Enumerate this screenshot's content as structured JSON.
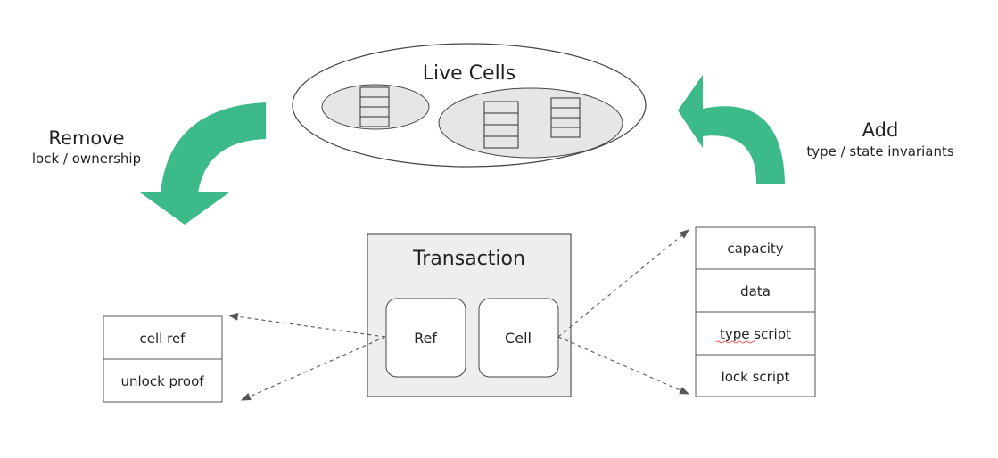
{
  "live_cells": {
    "title": "Live Cells"
  },
  "remove": {
    "label": "Remove",
    "sublabel": "lock / ownership"
  },
  "add": {
    "label": "Add",
    "sublabel": "type / state invariants"
  },
  "transaction": {
    "title": "Transaction",
    "ref_label": "Ref",
    "cell_label": "Cell"
  },
  "input_fields": [
    "cell ref",
    "unlock proof"
  ],
  "output_fields": [
    "capacity",
    "data",
    "type script",
    "lock script"
  ],
  "colors": {
    "arrow": "#3dba8a",
    "panel": "#eeeeee",
    "stroke": "#555555",
    "dashed": "#555555"
  }
}
